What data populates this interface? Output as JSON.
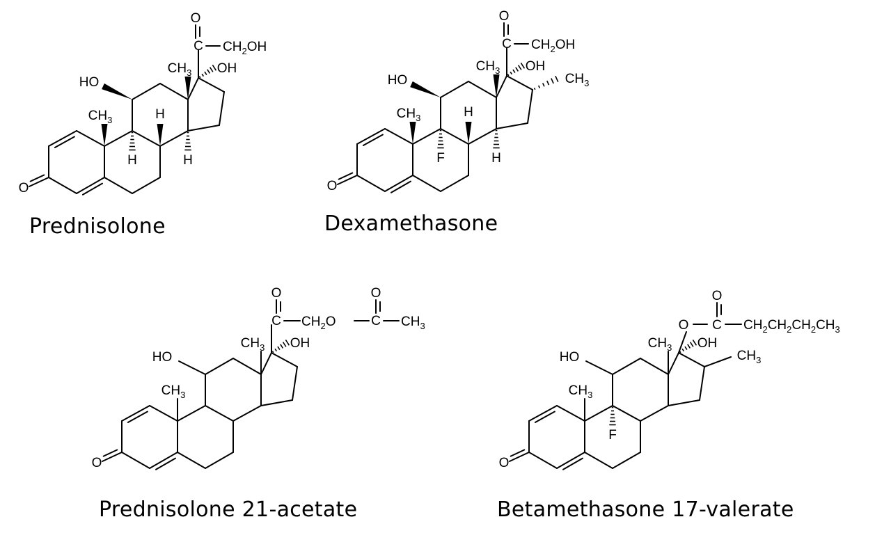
{
  "molecules": [
    {
      "name": "Prednisolone",
      "labels": {
        "oxo3": "O",
        "ho11": "HO",
        "me10": "CH3",
        "me13": "CH3",
        "oh17": "OH",
        "h8": "H",
        "h9": "H",
        "h14": "H",
        "f9": "",
        "me16": "",
        "side_o": "O",
        "side_c": "C",
        "side_chain": "CH2OH"
      }
    },
    {
      "name": "Dexamethasone",
      "labels": {
        "oxo3": "O",
        "ho11": "HO",
        "me10": "CH3",
        "me13": "CH3",
        "oh17": "OH",
        "h8": "H",
        "h9": "",
        "h14": "H",
        "f9": "F",
        "me16": "CH3",
        "side_o": "O",
        "side_c": "C",
        "side_chain": "CH2OH"
      }
    },
    {
      "name": "Prednisolone 21-acetate",
      "labels": {
        "oxo3": "O",
        "ho11": "HO",
        "me10": "CH3",
        "me13": "CH3",
        "oh17": "OH",
        "side_o": "O",
        "side_c": "C",
        "side_chain": "CH2O",
        "ester_o": "O",
        "ester_c": "C",
        "ester_chain": "CH3"
      }
    },
    {
      "name": "Betamethasone 17-valerate",
      "labels": {
        "oxo3": "O",
        "ho11": "HO",
        "me10": "CH3",
        "me13": "CH3",
        "oh17": "OH",
        "f9": "F",
        "me16": "CH3",
        "ester_o": "O",
        "ester_c": "C",
        "carbonyl_o": "O",
        "ester_chain": "CH2CH2CH2CH3"
      }
    }
  ]
}
